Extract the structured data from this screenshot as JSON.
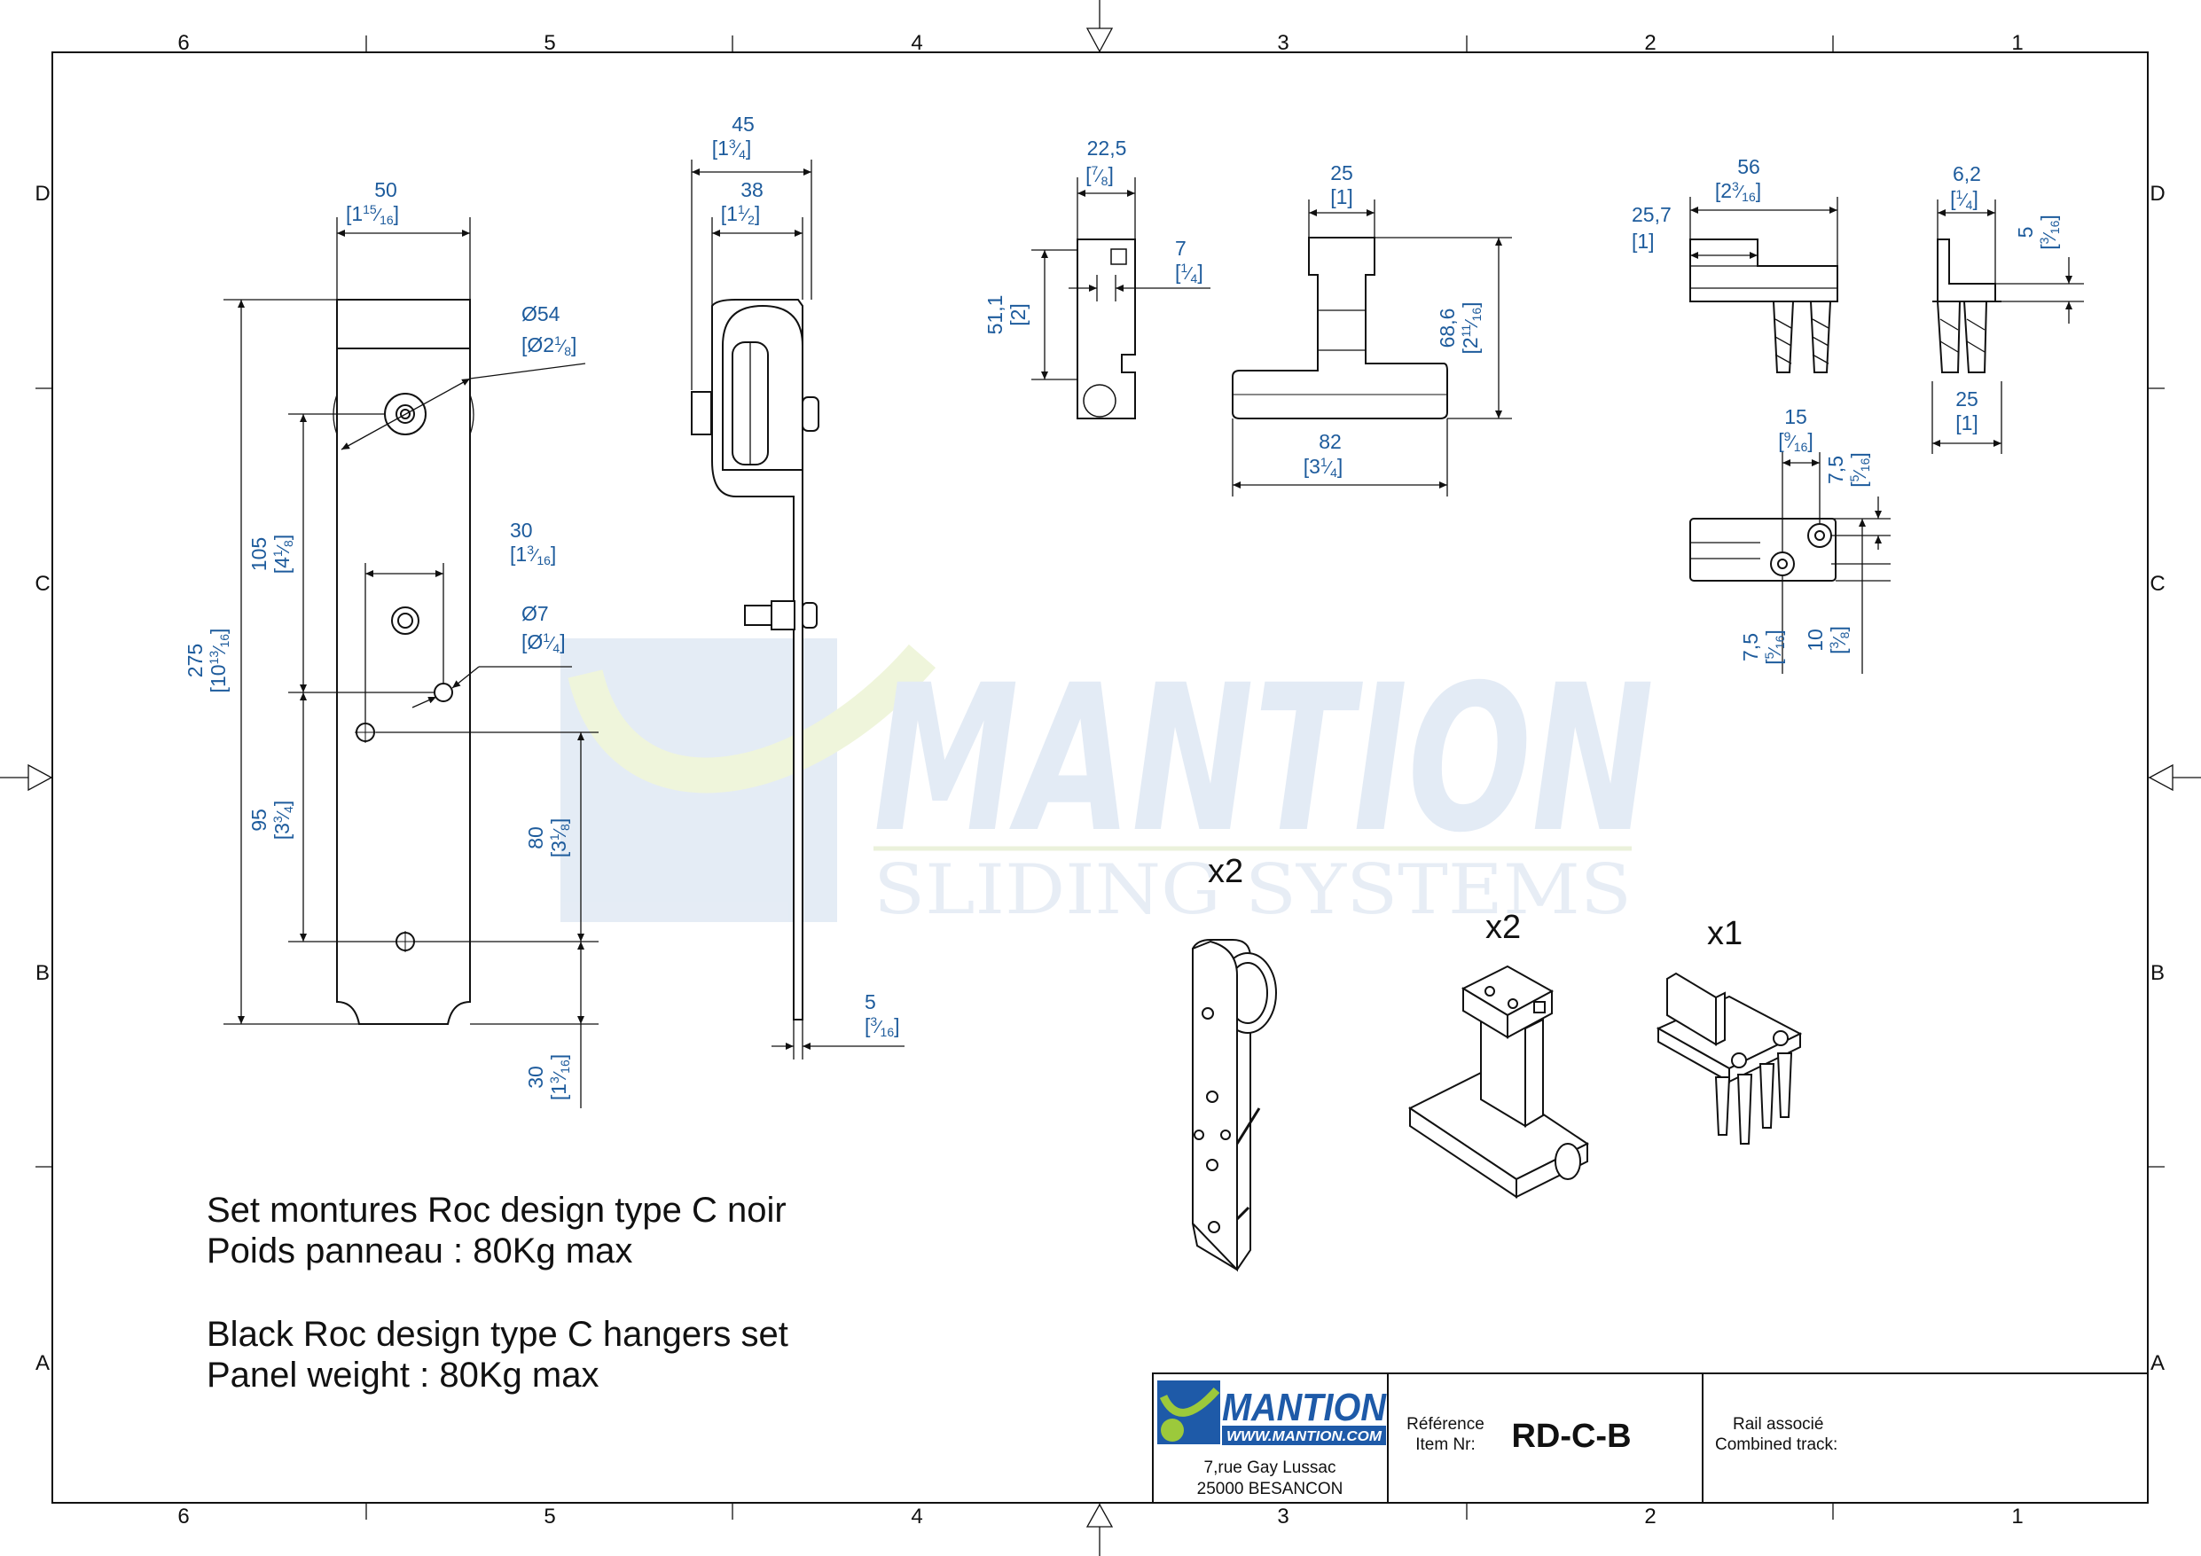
{
  "zones": {
    "columns": [
      "6",
      "5",
      "4",
      "3",
      "2",
      "1"
    ],
    "rows": [
      "D",
      "C",
      "B",
      "A"
    ]
  },
  "watermark": {
    "brand": "MANTION",
    "tagline": "SLIDING SYSTEMS"
  },
  "dimensions": {
    "front_width": [
      "50",
      "[1",
      "15",
      "16",
      "]"
    ],
    "front_height": [
      "275",
      "[10",
      "13",
      "16",
      "]"
    ],
    "wheel_dia": [
      "Ø54",
      "[Ø2",
      "1",
      "8",
      "]"
    ],
    "upper_spacing": [
      "105",
      "[4",
      "1",
      "8",
      "]"
    ],
    "hole_offset": [
      "30",
      "[1",
      "3",
      "16",
      "]"
    ],
    "hole_dia": [
      "Ø7",
      "[Ø",
      "1",
      "4",
      "]"
    ],
    "lower_spacing": [
      "95",
      "[3",
      "3",
      "4",
      "]"
    ],
    "slot_spacing": [
      "80",
      "[3",
      "1",
      "8",
      "]"
    ],
    "bottom_end": [
      "30",
      "[1",
      "3",
      "16",
      "]"
    ],
    "side_width": [
      "45",
      "[1",
      "3",
      "4",
      "]"
    ],
    "side_inner": [
      "38",
      "[1",
      "1",
      "2",
      "]"
    ],
    "plate_thickness": [
      "5",
      "[",
      "3",
      "16",
      "]"
    ],
    "guide_width": [
      "22,5",
      "[",
      "7",
      "8",
      "]"
    ],
    "guide_slot": [
      "7",
      "[",
      "1",
      "4",
      "]"
    ],
    "guide_height": [
      "51,1",
      "[2]"
    ],
    "stop_width": [
      "25",
      "[1]"
    ],
    "stop_height": [
      "68,6",
      "[2",
      "11",
      "16",
      "]"
    ],
    "stop_base": [
      "82",
      "[3",
      "1",
      "4",
      "]"
    ],
    "floor_width": [
      "56",
      "[2",
      "3",
      "16",
      "]"
    ],
    "floor_tab": [
      "25,7",
      "[1]"
    ],
    "floor_holes": [
      "15",
      "[",
      "9",
      "16",
      "]"
    ],
    "floor_edge1": [
      "7,5",
      "[",
      "5",
      "16",
      "]"
    ],
    "floor_edge2": [
      "7,5",
      "[",
      "5",
      "16",
      "]"
    ],
    "floor_depth": [
      "10",
      "[",
      "3",
      "8",
      "]"
    ],
    "floor_thick": [
      "6,2",
      "[",
      "1",
      "4",
      "]"
    ],
    "floor_lip": [
      "5",
      "[",
      "3",
      "16",
      "]"
    ],
    "floor_side_w": [
      "25",
      "[1]"
    ]
  },
  "quantities": {
    "hanger": "x2",
    "stop": "x2",
    "guide": "x1"
  },
  "description": {
    "fr_line1": "Set montures Roc design type C noir",
    "fr_line2": "Poids panneau : 80Kg max",
    "en_line1": "Black Roc design type C hangers set",
    "en_line2": "Panel weight : 80Kg max"
  },
  "title_block": {
    "logo_text": "MANTION",
    "logo_url": "WWW.MANTION.COM",
    "address_line1": "7,rue Gay Lussac",
    "address_line2": "25000 BESANCON",
    "reference_label": "Référence",
    "item_label": "Item Nr:",
    "reference_value": "RD-C-B",
    "rail_label": "Rail associé",
    "combined_label": "Combined track:"
  },
  "colors": {
    "dimension": "#1d5b9c",
    "ink": "#111111",
    "watermark": "#dfe8f3",
    "logo": "#1e5aa8",
    "logo_accent": "#9cc93b"
  }
}
